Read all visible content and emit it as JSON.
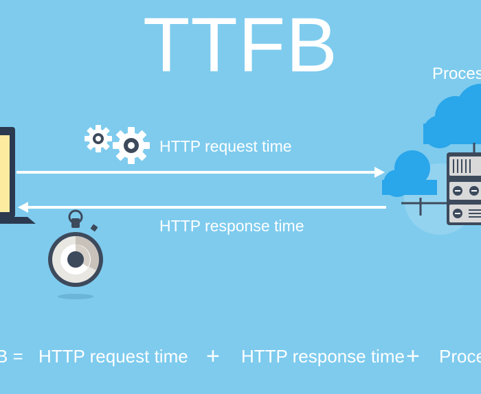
{
  "title": "TTFB",
  "processing_label": "Proces",
  "request_label": "HTTP request time",
  "response_label": "HTTP response time",
  "formula": {
    "lhs": "B =",
    "term1": "HTTP request time",
    "plus1": "+",
    "term2": "HTTP response time",
    "plus2": "+",
    "term3": "Proce"
  },
  "colors": {
    "background": "#7ecbee",
    "cloud": "#2aa6ea",
    "server": "#3d4a5c",
    "screen": "#fdeba0"
  },
  "icons": [
    "laptop-icon",
    "gears-icon",
    "stopwatch-icon",
    "cloud-icon",
    "server-icon"
  ]
}
